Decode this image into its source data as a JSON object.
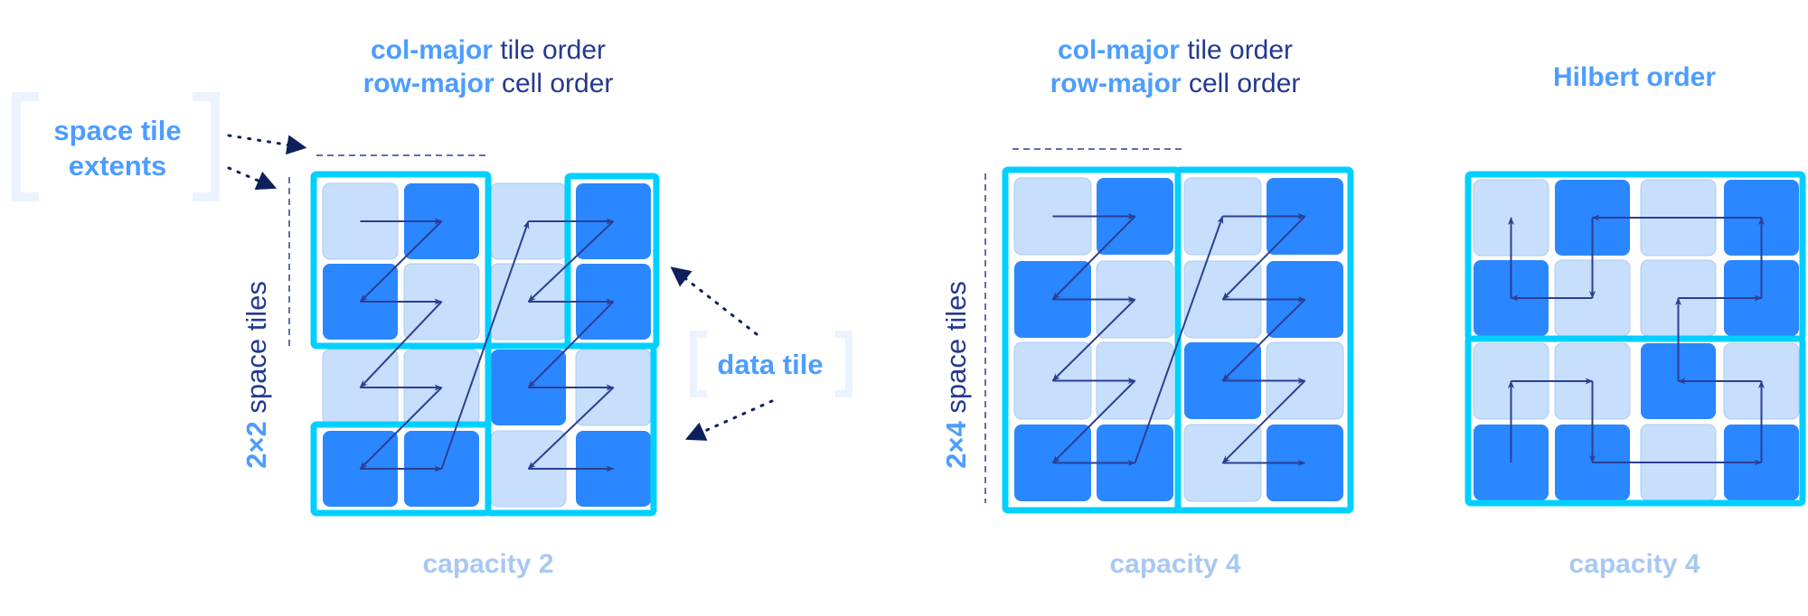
{
  "colors": {
    "accent": "#4d9dff",
    "dark_text": "#24398f",
    "capacity_text": "#a8c8f3",
    "cell_light": "#c7dffc",
    "cell_dark": "#2a87ff",
    "tile_border": "#00d0ff",
    "path": "#2b3f94",
    "annotation_arrow": "#0f1f5c"
  },
  "annotations": {
    "space_tile_extents": [
      "space tile",
      "extents"
    ],
    "data_tile": "data tile"
  },
  "panels": [
    {
      "id": "panel-1",
      "title_lines": [
        {
          "accent": "col-major",
          "rest": " tile order"
        },
        {
          "accent": "row-major",
          "rest": " cell order"
        }
      ],
      "side_label": {
        "accent": "2×2",
        "rest": "space tiles"
      },
      "capacity_label": "capacity 2",
      "cell_pattern": [
        [
          "light",
          "dark",
          "light",
          "dark"
        ],
        [
          "dark",
          "light",
          "light",
          "dark"
        ],
        [
          "light",
          "light",
          "dark",
          "light"
        ],
        [
          "dark",
          "dark",
          "light",
          "dark"
        ]
      ],
      "order": "col-major tiles (2x2), row-major cells, capacity 2"
    },
    {
      "id": "panel-2",
      "title_lines": [
        {
          "accent": "col-major",
          "rest": " tile order"
        },
        {
          "accent": "row-major",
          "rest": " cell order"
        }
      ],
      "side_label": {
        "accent": "2×4",
        "rest": "space tiles"
      },
      "capacity_label": "capacity 4",
      "cell_pattern": [
        [
          "light",
          "dark",
          "light",
          "dark"
        ],
        [
          "dark",
          "light",
          "light",
          "dark"
        ],
        [
          "light",
          "light",
          "dark",
          "light"
        ],
        [
          "dark",
          "dark",
          "light",
          "dark"
        ]
      ],
      "order": "col-major tiles (2x4), row-major cells, capacity 4"
    },
    {
      "id": "panel-3",
      "title_lines": [
        {
          "accent": "Hilbert order",
          "rest": ""
        }
      ],
      "capacity_label": "capacity 4",
      "cell_pattern": [
        [
          "light",
          "dark",
          "light",
          "dark"
        ],
        [
          "dark",
          "light",
          "light",
          "dark"
        ],
        [
          "light",
          "light",
          "dark",
          "light"
        ],
        [
          "dark",
          "dark",
          "light",
          "dark"
        ]
      ],
      "order": "Hilbert curve, capacity 4"
    }
  ]
}
